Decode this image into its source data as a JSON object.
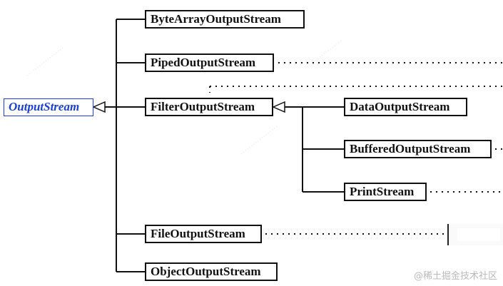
{
  "diagram": {
    "root": {
      "label": "OutputStream"
    },
    "children": [
      {
        "id": "byte-array",
        "label": "ByteArrayOutputStream"
      },
      {
        "id": "piped",
        "label": "PipedOutputStream"
      },
      {
        "id": "filter",
        "label": "FilterOutputStream"
      },
      {
        "id": "file",
        "label": "FileOutputStream"
      },
      {
        "id": "object",
        "label": "ObjectOutputStream"
      }
    ],
    "filter_children": [
      {
        "id": "data",
        "label": "DataOutputStream"
      },
      {
        "id": "buffered",
        "label": "BufferedOutputStream"
      },
      {
        "id": "print",
        "label": "PrintStream"
      }
    ]
  },
  "watermark": {
    "credit": "@稀土掘金技术社区"
  }
}
